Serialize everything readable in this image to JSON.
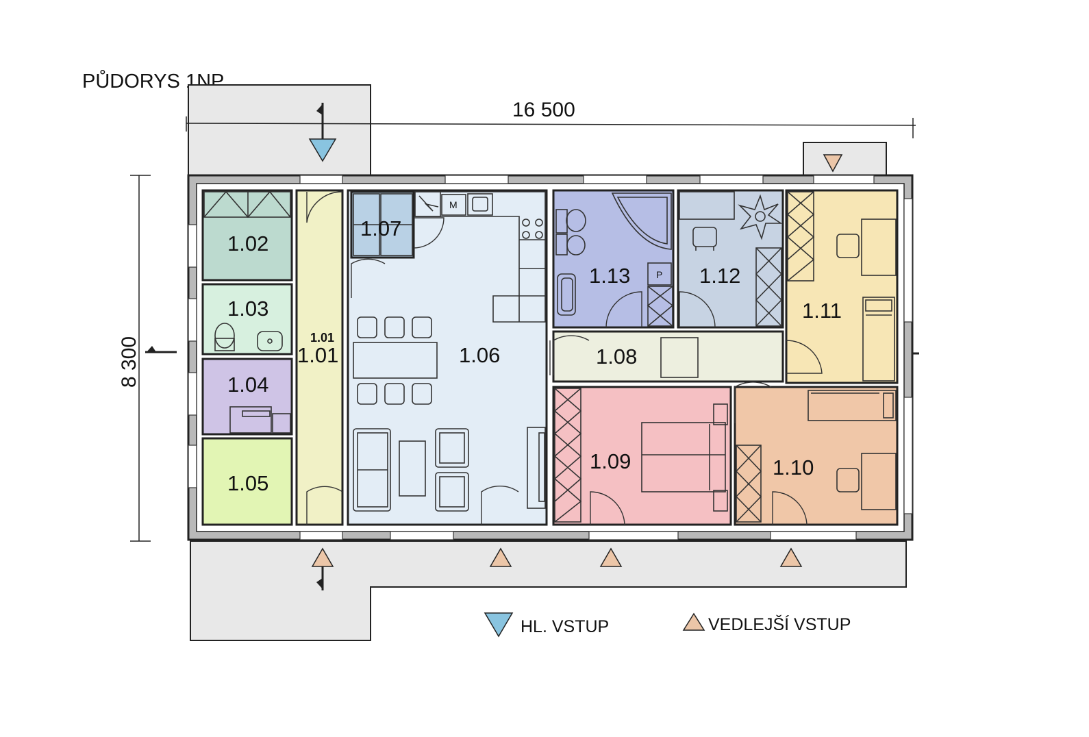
{
  "title": "PŮDORYS 1NP",
  "dimensions": {
    "width": "16 500",
    "height": "8 300"
  },
  "rooms": [
    {
      "id": "1.01",
      "color": "#f1f1c6"
    },
    {
      "id": "1.02",
      "color": "#bcdacf"
    },
    {
      "id": "1.03",
      "color": "#d7f0df"
    },
    {
      "id": "1.04",
      "color": "#cfc4e6"
    },
    {
      "id": "1.05",
      "color": "#e2f5b4"
    },
    {
      "id": "1.06",
      "color": "#e3edf6"
    },
    {
      "id": "1.07",
      "color": "#b9d1e5"
    },
    {
      "id": "1.08",
      "color": "#edefdf"
    },
    {
      "id": "1.09",
      "color": "#f5c0c3"
    },
    {
      "id": "1.10",
      "color": "#f0c7a8"
    },
    {
      "id": "1.11",
      "color": "#f7e6b5"
    },
    {
      "id": "1.12",
      "color": "#c7d3e3"
    },
    {
      "id": "1.13",
      "color": "#b6bee5"
    }
  ],
  "markers": {
    "corridor_small": "1.01",
    "microwave": "M",
    "boiler": "P"
  },
  "legend": [
    {
      "label": "HL. VSTUP",
      "color": "#89c4e0"
    },
    {
      "label": "VEDLEJŠÍ VSTUP",
      "color": "#ecc6a8"
    }
  ]
}
